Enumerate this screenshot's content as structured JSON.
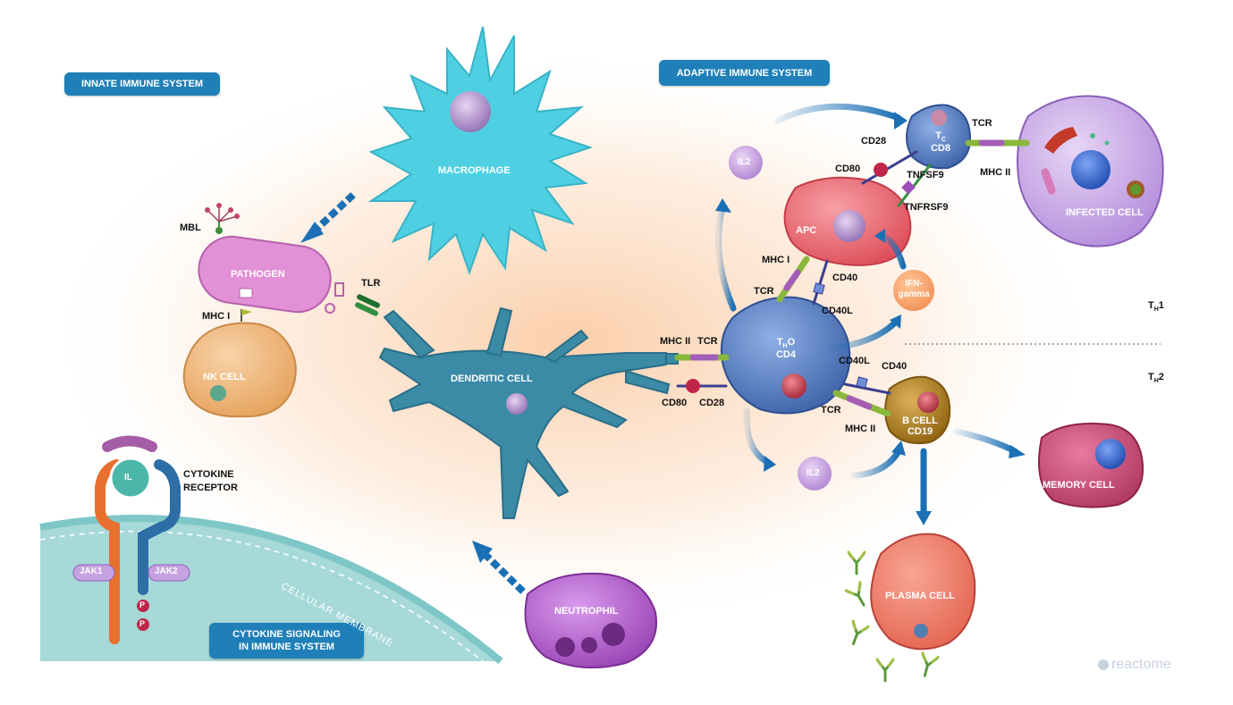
{
  "sections": {
    "innate": "INNATE IMMUNE SYSTEM",
    "adaptive": "ADAPTIVE IMMUNE SYSTEM",
    "cytokine_line1": "CYTOKINE SIGNALING",
    "cytokine_line2": "IN IMMUNE SYSTEM"
  },
  "cells": {
    "macrophage": "MACROPHAGE",
    "pathogen": "PATHOGEN",
    "nk_cell": "NK CELL",
    "dendritic_cell": "DENDRITIC CELL",
    "neutrophil": "NEUTROPHIL",
    "apc": "APC",
    "th_sub": "H",
    "th_o": "O",
    "th_cd4": "CD4",
    "tc_sub": "C",
    "tc_cd8": "CD8",
    "infected_cell": "INFECTED CELL",
    "b_cell_line1": "B CELL",
    "b_cell_line2": "CD19",
    "memory_cell": "MEMORY CELL",
    "plasma_cell": "PLASMA CELL",
    "il2_top": "IL2",
    "il2_bottom": "IL2",
    "ifn_line1": "IFN-",
    "ifn_line2": "gamma",
    "il": "IL"
  },
  "labels": {
    "mbl": "MBL",
    "mhc1_nk": "MHC I",
    "tlr": "TLR",
    "mhc2_dc": "MHC II",
    "tcr_dc": "TCR",
    "cd80_dc": "CD80",
    "cd28_dc": "CD28",
    "mhc1_apc": "MHC I",
    "tcr_apc": "TCR",
    "cd40_apc": "CD40",
    "cd40l_apc": "CD40L",
    "cd28_tc": "CD28",
    "cd80_tc": "CD80",
    "tnfsf9": "TNFSF9",
    "tnfrsf9": "TNFRSF9",
    "tcr_tc": "TCR",
    "mhc2_inf": "MHC II",
    "cd40l_b": "CD40L",
    "cd40_b": "CD40",
    "tcr_b": "TCR",
    "mhc2_b": "MHC II",
    "th1_base": "T",
    "th1_sub": "H",
    "th1_num": "1",
    "th2_base": "T",
    "th2_sub": "H",
    "th2_num": "2",
    "cytokine_receptor_line1": "CYTOKINE",
    "cytokine_receptor_line2": "RECEPTOR",
    "jak1": "JAK1",
    "jak2": "JAK2",
    "p1": "P",
    "p2": "P",
    "membrane": "CELLULAR MEMBRANE",
    "tc_base": "T",
    "th_base": "T"
  },
  "branding": {
    "logo": "reactome"
  },
  "colors": {
    "pill": "#1f80b9",
    "macrophage": "#4fd0e2",
    "pathogen": "#e291d6",
    "nk_cell": "#f1b879",
    "dendritic": "#3b8aa6",
    "th_cell": "#5b82c6",
    "apc": "#ec6a72",
    "b_cell": "#b8871f",
    "memory": "#c44c73",
    "plasma": "#ee7d6b",
    "neutrophil": "#b05ac8",
    "infected": "#c9a9e6",
    "arrow": "#1a6fb5",
    "membrane": "#7fc7c7"
  }
}
